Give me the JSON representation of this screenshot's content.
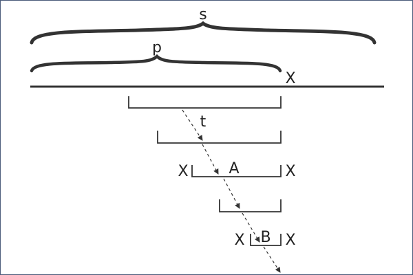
{
  "labels": {
    "s": "s",
    "p": "p",
    "x_top": "X",
    "t": "t",
    "x_a_left": "X",
    "a": "A",
    "x_a_right": "X",
    "x_b_left": "X",
    "b": "B",
    "x_b_right": "X"
  },
  "colors": {
    "stroke": "#333333",
    "frame": "#4a5a7a",
    "text": "#222222"
  }
}
